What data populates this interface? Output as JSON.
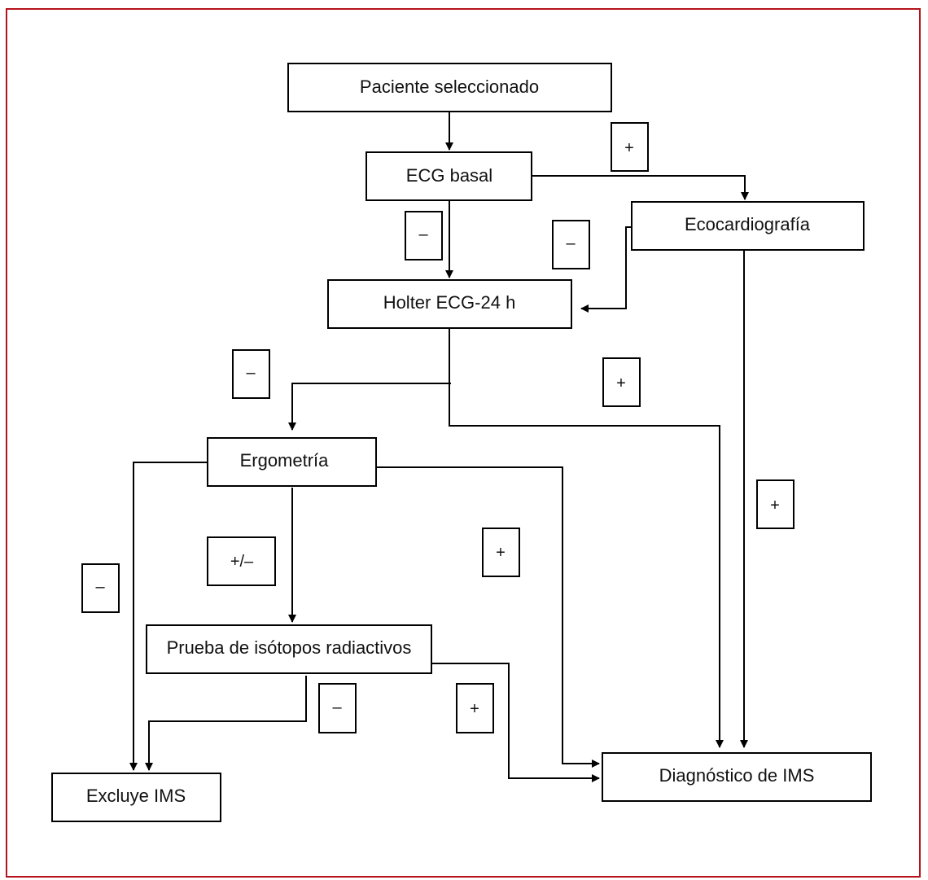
{
  "diagram": {
    "border_color": "#b5121b",
    "nodes": {
      "paciente": "Paciente seleccionado",
      "ecg_basal": "ECG basal",
      "ecocardiografia": "Ecocardiografía",
      "holter": "Holter ECG-24 h",
      "ergometria": "Ergometría",
      "isotopos": "Prueba de isótopos radiactivos",
      "excluye": "Excluye IMS",
      "diagnostico": "Diagnóstico de IMS"
    },
    "edge_labels": {
      "ecg_to_eco": "+",
      "ecg_to_holter": "–",
      "eco_to_holter": "–",
      "holter_to_ergo": "–",
      "holter_to_diag": "+",
      "eco_to_diag": "+",
      "ergo_to_isotopos": "+/–",
      "ergo_to_diag": "+",
      "ergo_to_excluye": "–",
      "isotopos_to_excluye": "–",
      "isotopos_to_diag": "+"
    },
    "edges": [
      {
        "from": "paciente",
        "to": "ecg_basal",
        "label": ""
      },
      {
        "from": "ecg_basal",
        "to": "ecocardiografia",
        "label": "+"
      },
      {
        "from": "ecg_basal",
        "to": "holter",
        "label": "–"
      },
      {
        "from": "ecocardiografia",
        "to": "holter",
        "label": "–"
      },
      {
        "from": "ecocardiografia",
        "to": "diagnostico",
        "label": "+"
      },
      {
        "from": "holter",
        "to": "ergometria",
        "label": "–"
      },
      {
        "from": "holter",
        "to": "diagnostico",
        "label": "+"
      },
      {
        "from": "ergometria",
        "to": "isotopos",
        "label": "+/–"
      },
      {
        "from": "ergometria",
        "to": "diagnostico",
        "label": "+"
      },
      {
        "from": "ergometria",
        "to": "excluye",
        "label": "–"
      },
      {
        "from": "isotopos",
        "to": "excluye",
        "label": "–"
      },
      {
        "from": "isotopos",
        "to": "diagnostico",
        "label": "+"
      }
    ]
  }
}
